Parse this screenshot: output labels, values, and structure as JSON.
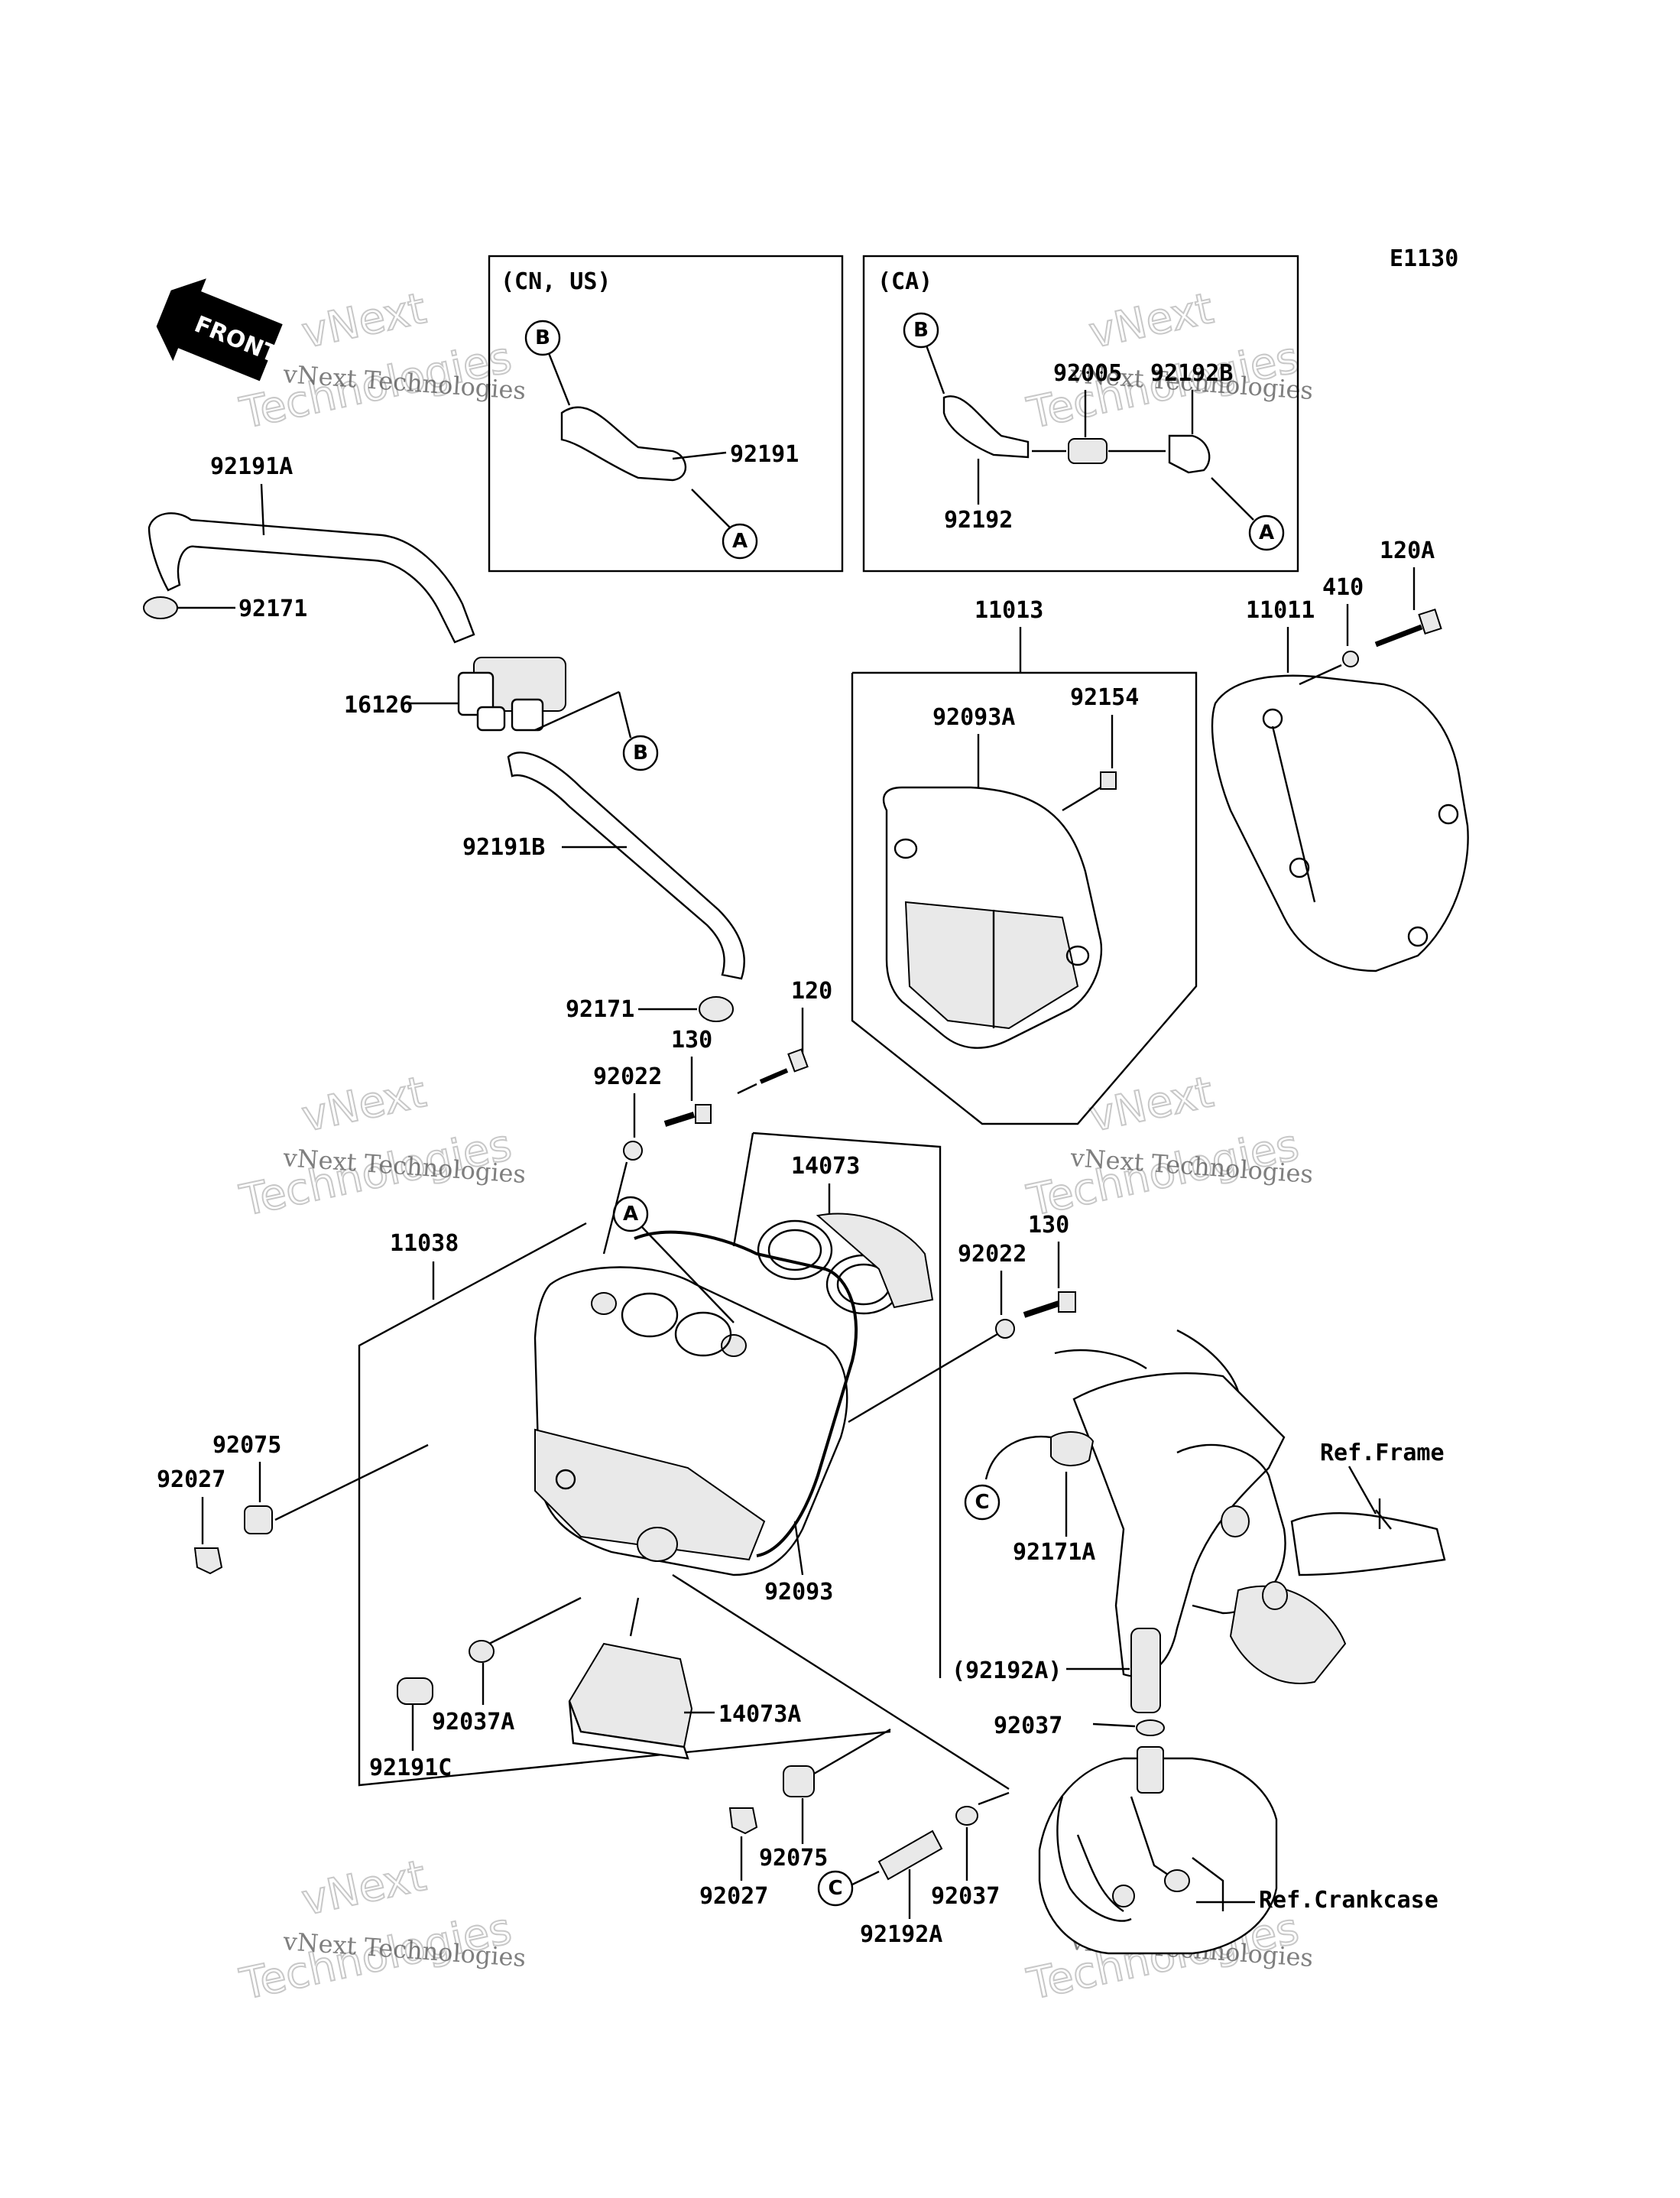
{
  "diagram_code": "E1130",
  "front_label": "FRONT",
  "box_cn_us": {
    "region": "(CN, US)",
    "part": "92191"
  },
  "box_ca": {
    "region": "(CA)",
    "parts": [
      "92005",
      "92192B",
      "92192"
    ]
  },
  "part_labels": {
    "p92191A": "92191A",
    "p92171_top": "92171",
    "p16126": "16126",
    "p92191B": "92191B",
    "p92171_mid": "92171",
    "p120": "120",
    "p130_left": "130",
    "p92022_left": "92022",
    "p14073": "14073",
    "p11038": "11038",
    "p92022_right": "92022",
    "p130_right": "130",
    "p92075_left": "92075",
    "p92027_left": "92027",
    "p92093": "92093",
    "p92037A": "92037A",
    "p14073A": "14073A",
    "p92191C": "92191C",
    "p92027_bottom": "92027",
    "p92075_bottom": "92075",
    "p92192A_bottom": "92192A",
    "p92037_bottom": "92037",
    "p11013": "11013",
    "p92093A": "92093A",
    "p92154": "92154",
    "p11011": "11011",
    "p410": "410",
    "p120A": "120A",
    "p92171A": "92171A",
    "p92192A_paren": "(92192A)",
    "p92037_right": "92037"
  },
  "ref_labels": {
    "frame": "Ref.Frame",
    "crankcase": "Ref.Crankcase"
  },
  "connectors": {
    "A": "A",
    "B": "B",
    "C": "C"
  },
  "watermark": {
    "company": "vNext Technologies",
    "large": "vNext",
    "large2": "Technologies"
  }
}
